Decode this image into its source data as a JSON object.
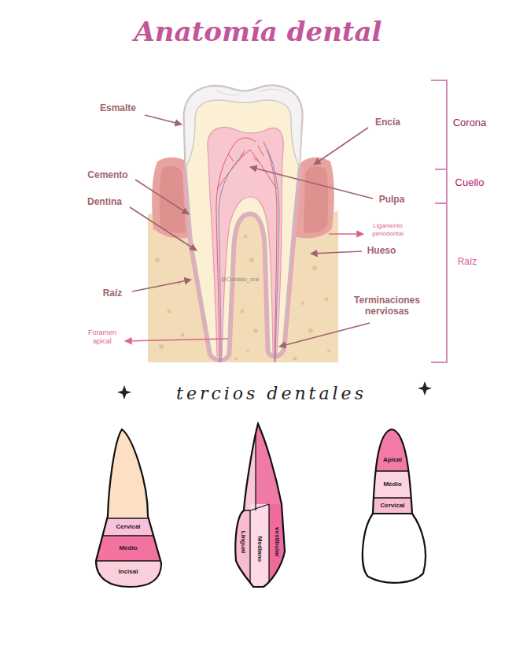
{
  "diagram": {
    "title": "Anatomía dental",
    "nodes": [
      {
        "text": [
          "Cervical"
        ]
      },
      {
        "text": [
          "Médio"
        ]
      },
      {
        "text": [
          "Incisal"
        ]
      },
      {
        "text": [
          "Lingual"
        ]
      },
      {
        "text": [
          "Mediano"
        ]
      },
      {
        "text": [
          "vestibular"
        ]
      },
      {
        "text": [
          "Apical"
        ]
      },
      {
        "text": [
          "Médio"
        ]
      },
      {
        "text": [
          "Cervical"
        ]
      }
    ],
    "labels": [
      "Esmalte",
      "Encía",
      "Corona",
      "Cemento",
      "Cuello",
      "Dentina",
      "Pulpa",
      "Ligamento periodontal",
      "Hueso",
      "Raíz",
      "@Cuidado_oral",
      "Raíz",
      "Terminaciones nerviosas",
      "Foramen apical",
      "tercios dentales"
    ]
  }
}
